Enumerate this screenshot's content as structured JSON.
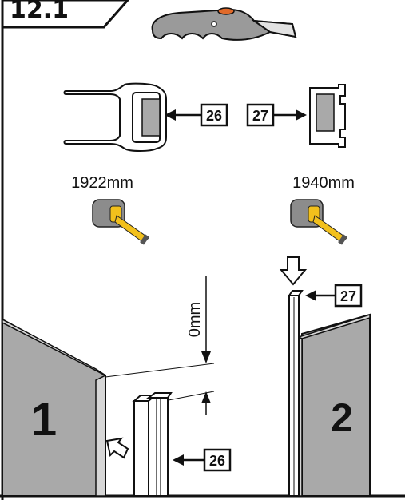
{
  "step": {
    "number": "12.1"
  },
  "tool": {
    "icon": "utility-knife-icon"
  },
  "profiles": {
    "left_callout": "26",
    "right_callout": "27"
  },
  "measurements": {
    "left_length": "1922mm",
    "right_length": "1940mm",
    "tape_icon": "tape-measure-icon"
  },
  "assembly": {
    "gap_label": "0mm",
    "panel_1_label": "1",
    "panel_2_label": "2",
    "callout_bottom": "26",
    "callout_top_right": "27"
  },
  "colors": {
    "panel_gray": "#a9a9a9",
    "panel_edge": "#d6d6d6",
    "tape_yellow": "#f2c01c",
    "knife_gray": "#9a9a9a",
    "knife_orange": "#e06a2a",
    "line": "#111111"
  }
}
